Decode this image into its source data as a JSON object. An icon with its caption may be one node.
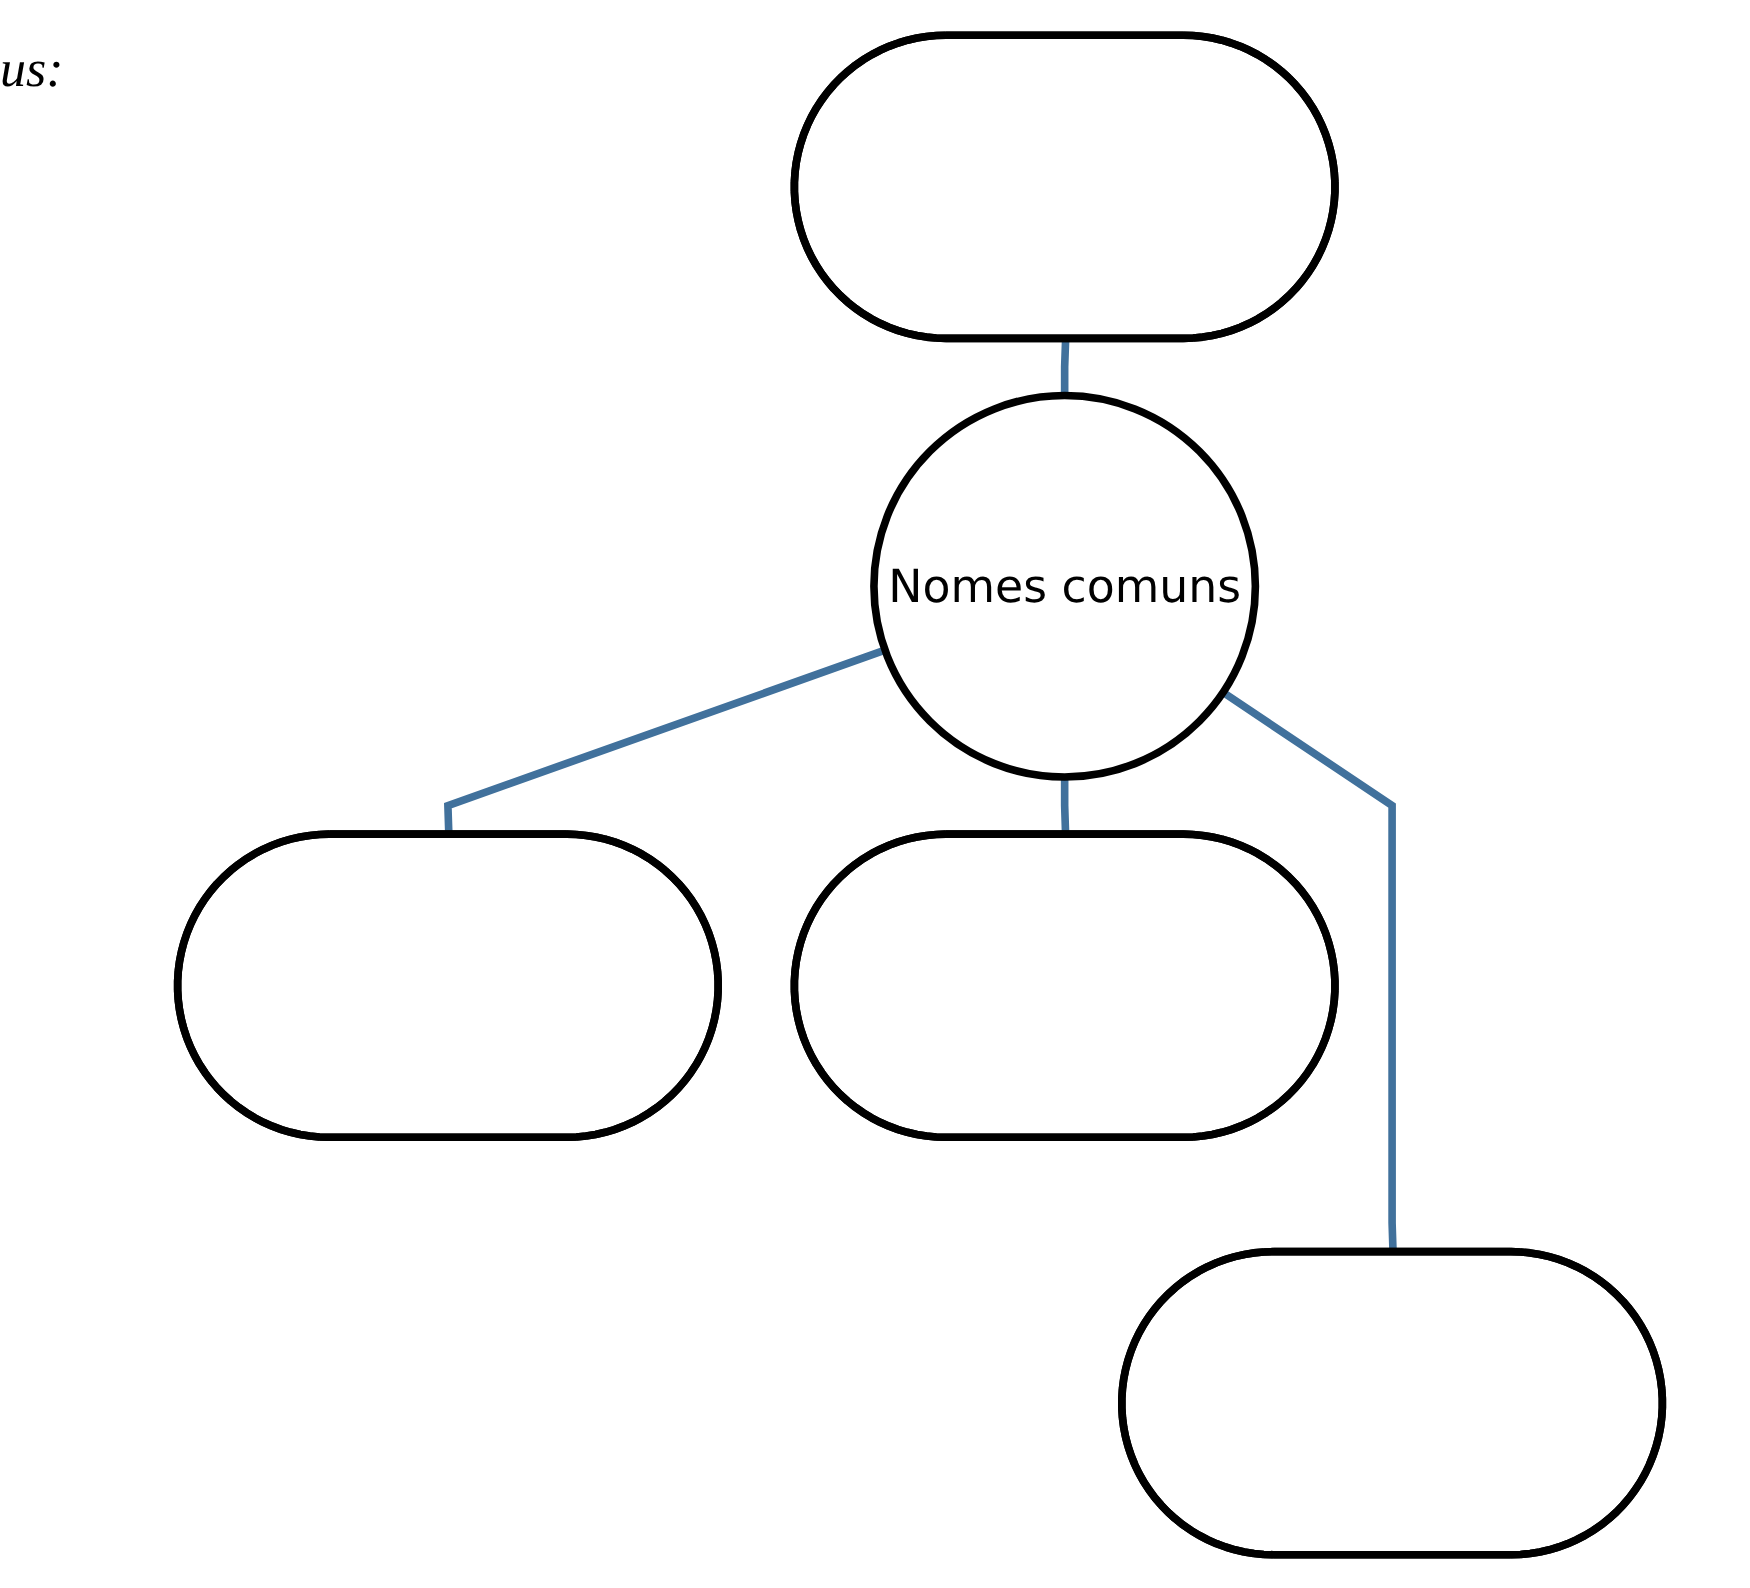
{
  "diagram": {
    "nodes": [
      {
        "text": [],
        "shape": "ellipse"
      },
      {
        "text": [],
        "shape": "ellipse"
      },
      {
        "text": [
          "Nomes comuns"
        ]
      },
      {
        "text": [],
        "shape": "ellipse"
      },
      {
        "text": [],
        "shape": "ellipse"
      }
    ],
    "edges": [
      {
        "from": 2,
        "to": 0,
        "arrow": "none"
      },
      {
        "from": 2,
        "to": 1,
        "arrow": "none"
      },
      {
        "from": 2,
        "to": 3,
        "arrow": "none"
      },
      {
        "from": 2,
        "to": 4,
        "arrow": "none"
      }
    ],
    "labels": [
      "us:"
    ]
  }
}
